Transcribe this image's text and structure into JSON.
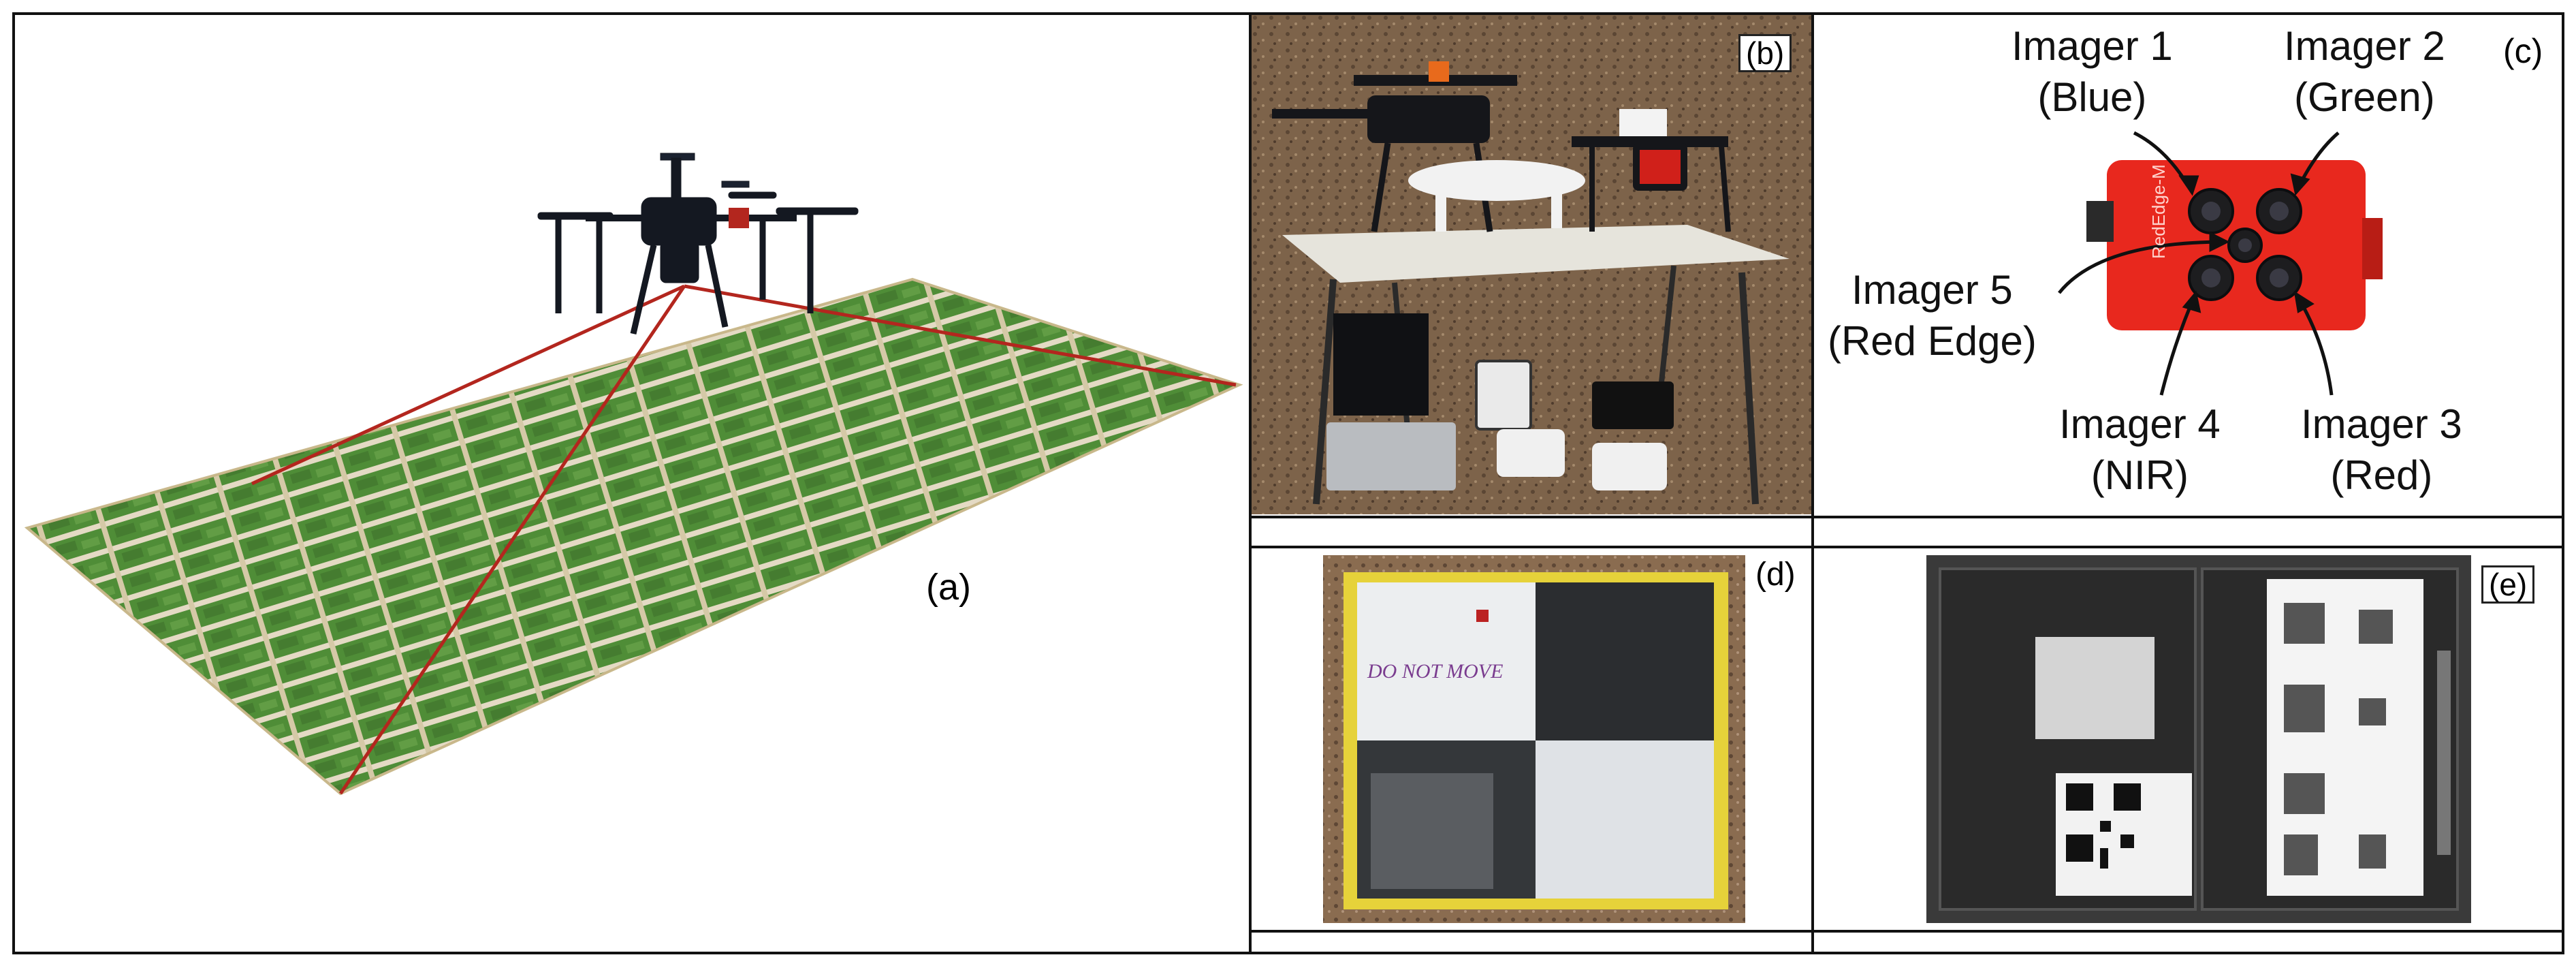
{
  "labels": {
    "a": "(a)",
    "b": "(b)",
    "c": "(c)",
    "d": "(d)",
    "e": "(e)"
  },
  "imagers": {
    "imager1": {
      "name": "Imager 1",
      "band": "(Blue)"
    },
    "imager2": {
      "name": "Imager 2",
      "band": "(Green)"
    },
    "imager3": {
      "name": "Imager 3",
      "band": "(Red)"
    },
    "imager4": {
      "name": "Imager 4",
      "band": "(NIR)"
    },
    "imager5": {
      "name": "Imager 5",
      "band": "(Red Edge)"
    }
  },
  "camera_brand": "RedEdge-M",
  "panel_d_handwriting": "DO NOT MOVE",
  "colors": {
    "camera_red": "#e8281e",
    "flight_lines": "#b3261e",
    "panel_border_yellow": "#e6d23a",
    "field_green": "#3f8a2e"
  }
}
